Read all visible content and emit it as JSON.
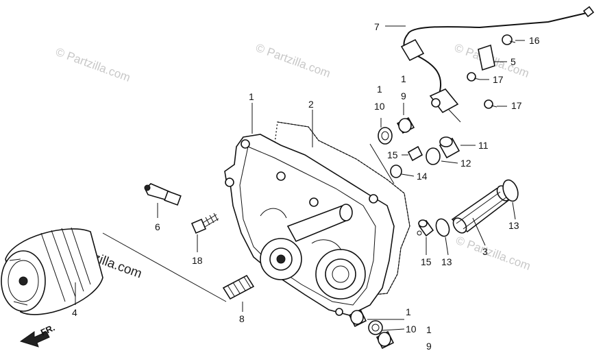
{
  "labels": {
    "l1a": "1",
    "l2": "2",
    "l7": "7",
    "l16": "16",
    "l5": "5",
    "l17a": "17",
    "l17b": "17",
    "l1b": "1",
    "l9a": "9",
    "l1c": "1",
    "l10a": "10",
    "l11": "11",
    "l15a": "15",
    "l12": "12",
    "l14": "14",
    "l13a": "13",
    "l6": "6",
    "l18": "18",
    "l3": "3",
    "l15b": "15",
    "l13b": "13",
    "l8": "8",
    "l4": "4",
    "l1d": "1",
    "l10b": "10",
    "l1e": "1",
    "l9b": "9"
  },
  "direction_marker": "FR.",
  "watermarks": {
    "w1": "© Partzilla.com",
    "w2": "© Partzilla.com",
    "w3": "© Partzilla.com",
    "w4": "© Partzilla.com",
    "w5": "© Partzilla.com"
  }
}
